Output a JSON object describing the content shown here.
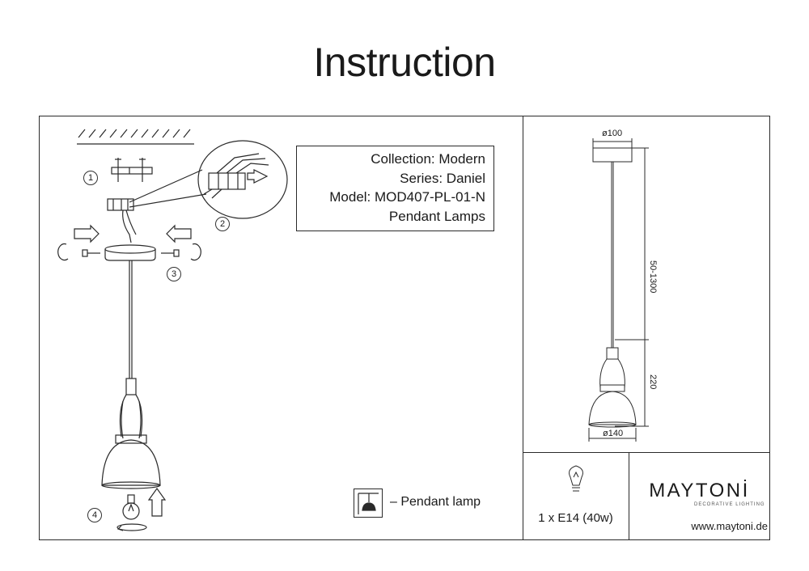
{
  "title": "Instruction",
  "info": {
    "collection": "Collection: Modern",
    "series": "Series: Daniel",
    "model": "Model: MOD407-PL-01-N",
    "type": "Pendant Lamps"
  },
  "steps": [
    "1",
    "2",
    "3",
    "4"
  ],
  "legend": {
    "label": "– Pendant lamp",
    "icon": "pendant-lamp-icon"
  },
  "dimensions": {
    "canopy_diameter": "ø100",
    "cable_length": "50-1300",
    "shade_height": "220",
    "shade_diameter": "ø140"
  },
  "bulb": {
    "spec": "1 x E14 (40w)",
    "icon": "light-bulb-icon"
  },
  "brand": {
    "name": "MAYTONİ",
    "tagline": "DECORATIVE LIGHTING",
    "website": "www.maytoni.de"
  }
}
